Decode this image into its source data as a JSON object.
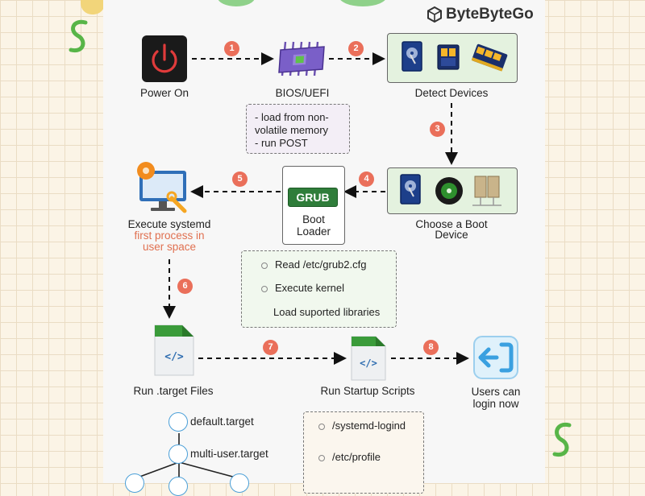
{
  "brand": {
    "name": "ByteByteGo"
  },
  "steps": [
    "1",
    "2",
    "3",
    "4",
    "5",
    "6",
    "7",
    "8"
  ],
  "nodes": {
    "power_on": "Power On",
    "bios": "BIOS/UEFI",
    "detect": "Detect Devices",
    "choose_boot": [
      "Choose a Boot",
      "Device"
    ],
    "grub_logo": "GRUB",
    "boot_loader": [
      "Boot",
      "Loader"
    ],
    "systemd": {
      "title": "Execute systemd",
      "line1": "first process in",
      "line2": "user space"
    },
    "target_files": "Run .target Files",
    "startup_scripts": "Run Startup Scripts",
    "login": [
      "Users can",
      "login now"
    ]
  },
  "bios_notes": [
    "- load from non-",
    "volatile memory",
    "- run POST"
  ],
  "grub_notes": [
    "Read /etc/grub2.cfg",
    "Execute kernel",
    "Load suported libraries"
  ],
  "tree": [
    "default.target",
    "multi-user.target"
  ],
  "scripts": [
    "/systemd-logind",
    "/etc/profile"
  ],
  "code_icon_text": "</>",
  "colors": {
    "step": "#ea6f5a",
    "accent_text": "#e07050",
    "grub_green": "#2f7d3a",
    "node_blue": "#4a9fd8"
  }
}
